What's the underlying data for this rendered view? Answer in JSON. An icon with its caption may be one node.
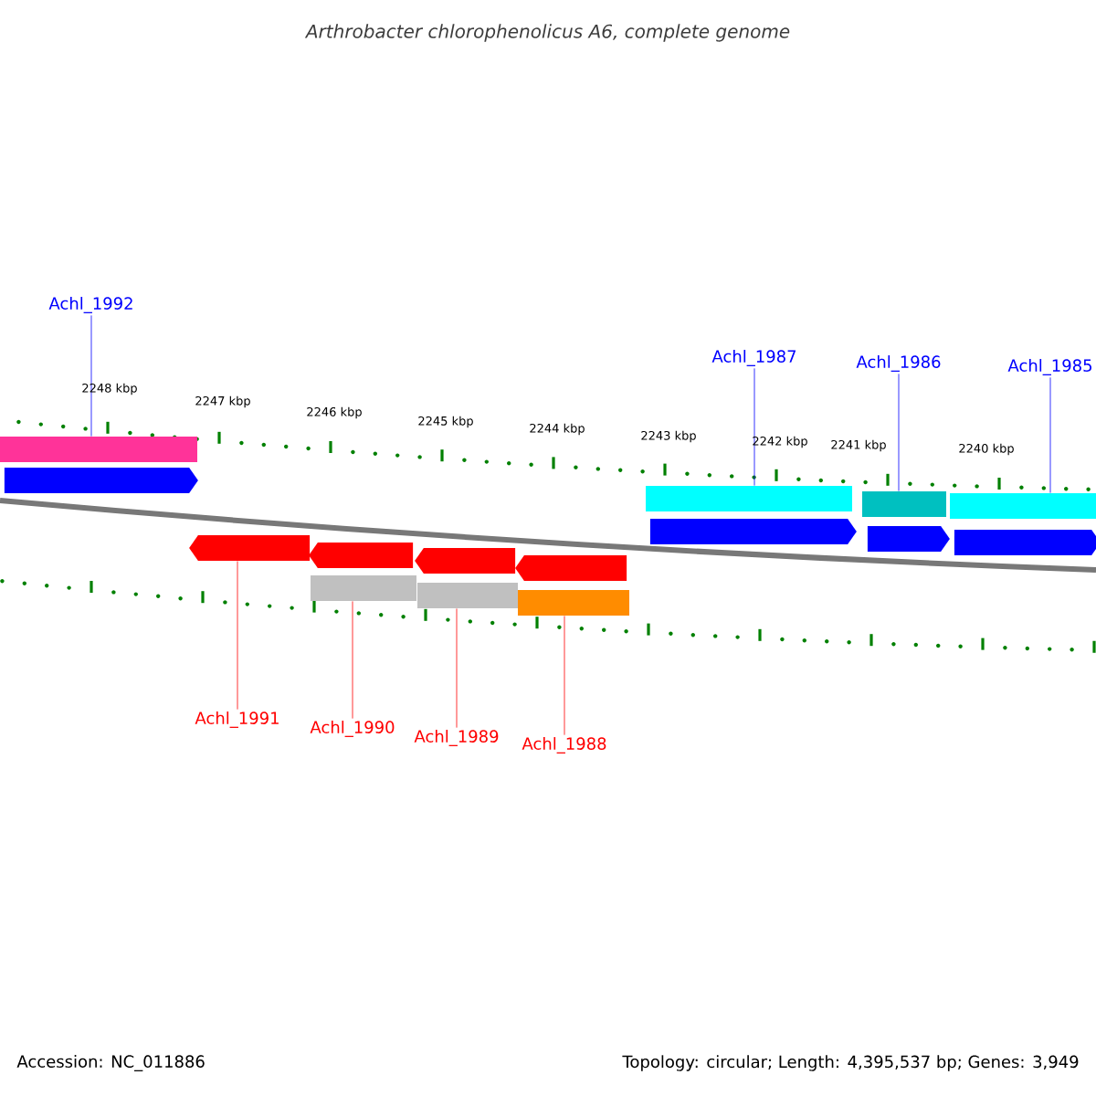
{
  "diagram": {
    "title": "Arthrobacter chlorophenolicus A6, complete genome",
    "nodes": [
      {
        "text": [
          "Achl_1992"
        ]
      },
      {
        "text": [
          "Achl_1987"
        ]
      },
      {
        "text": [
          "Achl_1986"
        ]
      },
      {
        "text": [
          "Achl_1985"
        ]
      },
      {
        "text": [],
        "shape": "bar"
      },
      {
        "text": [],
        "shape": "arrow"
      },
      {
        "text": [],
        "shape": "bar"
      },
      {
        "text": [],
        "shape": "bar"
      },
      {
        "text": [],
        "shape": "bar"
      },
      {
        "text": [],
        "shape": "arrow"
      },
      {
        "text": [],
        "shape": "arrow"
      },
      {
        "text": [],
        "shape": "arrow"
      },
      {
        "text": [],
        "shape": "arrow"
      },
      {
        "text": [],
        "shape": "arrow"
      },
      {
        "text": [],
        "shape": "arrow"
      },
      {
        "text": [],
        "shape": "arrow"
      },
      {
        "text": [],
        "shape": "bar"
      },
      {
        "text": [],
        "shape": "bar"
      },
      {
        "text": [],
        "shape": "bar"
      },
      {
        "text": [
          "Achl_1991"
        ]
      },
      {
        "text": [
          "Achl_1990"
        ]
      },
      {
        "text": [
          "Achl_1989"
        ]
      },
      {
        "text": [
          "Achl_1988"
        ]
      }
    ],
    "edges": [
      {
        "from": 0,
        "to": 4,
        "arrow": "none",
        "color": "#0000ff"
      },
      {
        "from": 1,
        "to": 6,
        "arrow": "none",
        "color": "#0000ff"
      },
      {
        "from": 2,
        "to": 7,
        "arrow": "none",
        "color": "#0000ff"
      },
      {
        "from": 3,
        "to": 8,
        "arrow": "none",
        "color": "#0000ff"
      },
      {
        "from": 19,
        "to": 12,
        "arrow": "none",
        "color": "#ff0000"
      },
      {
        "from": 20,
        "to": 16,
        "arrow": "none",
        "color": "#ff0000"
      },
      {
        "from": 21,
        "to": 17,
        "arrow": "none",
        "color": "#ff0000"
      },
      {
        "from": 22,
        "to": 18,
        "arrow": "none",
        "color": "#ff0000"
      }
    ],
    "labels": [
      "2248 kbp",
      "2247 kbp",
      "2246 kbp",
      "2245 kbp",
      "2244 kbp",
      "2243 kbp",
      "2242 kbp",
      "2241 kbp",
      "2240 kbp",
      "Accession: NC_011886",
      "Topology: circular; Length: 4,395,537 bp; Genes: 3,949"
    ]
  }
}
